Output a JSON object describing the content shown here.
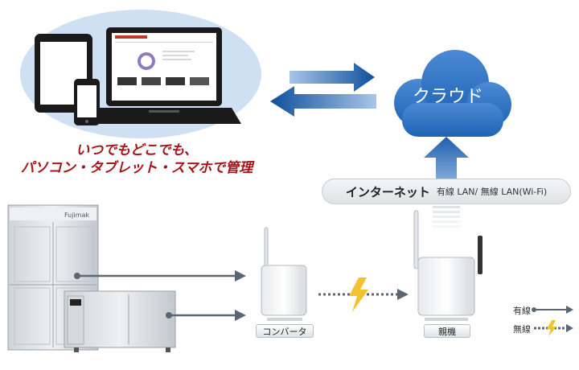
{
  "tagline": {
    "line1": "いつでもどこでも、",
    "line2": "パソコン・タブレット・スマホで管理"
  },
  "cloud": {
    "label": "クラウド"
  },
  "internet": {
    "label": "インターネット",
    "sub": "有線 LAN/ 無線 LAN(Wi-Fi)"
  },
  "devices": {
    "converter": "コンバータ",
    "base_unit": "親機"
  },
  "legend": {
    "wired": "有線",
    "wireless": "無線"
  },
  "colors": {
    "accent_blue": "#1a5aa6",
    "cloud_blue": "#2b73c4",
    "tagline_red": "#a4161a",
    "wire_gray": "#5b6670",
    "wireless_yellow": "#f2c230",
    "bubble_blue": "#cfe0f3"
  },
  "icons": [
    "tablet-icon",
    "smartphone-icon",
    "laptop-icon",
    "cloud-icon",
    "refrigerator-icon",
    "converter-icon",
    "base-unit-icon"
  ]
}
